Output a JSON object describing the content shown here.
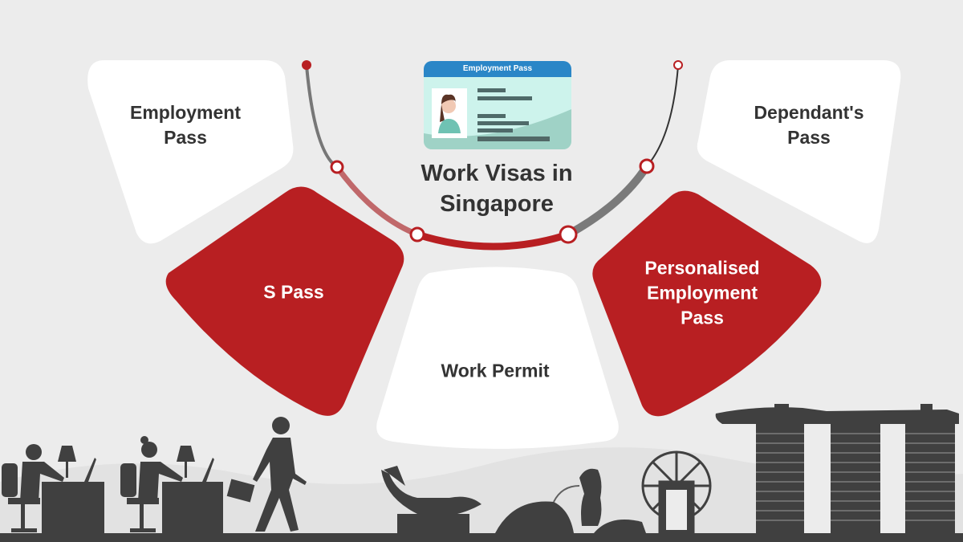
{
  "title": {
    "line1": "Work Visas in",
    "line2": "Singapore"
  },
  "id_card": {
    "header": "Employment Pass",
    "icon": "id-card-icon"
  },
  "segments": [
    {
      "line1": "Employment",
      "line2": "Pass",
      "style": "white"
    },
    {
      "line1": "S Pass",
      "style": "red"
    },
    {
      "line1": "Work Permit",
      "style": "white"
    },
    {
      "line1": "Personalised",
      "line2": "Employment",
      "line3": "Pass",
      "style": "red"
    },
    {
      "line1": "Dependant's",
      "line2": "Pass",
      "style": "white"
    }
  ],
  "skyline": {
    "icons": [
      "office-worker-icon",
      "office-worker-female-icon",
      "walking-businessman-icon",
      "artscience-museum-icon",
      "esplanade-icon",
      "merlion-icon",
      "singapore-flyer-icon",
      "marina-bay-sands-icon"
    ]
  },
  "colors": {
    "accent_red": "#b81f22",
    "dark_text": "#333333",
    "background": "#ececec",
    "card_blue": "#2a86c7",
    "card_teal": "#cdf3ec",
    "silhouette": "#404040"
  }
}
